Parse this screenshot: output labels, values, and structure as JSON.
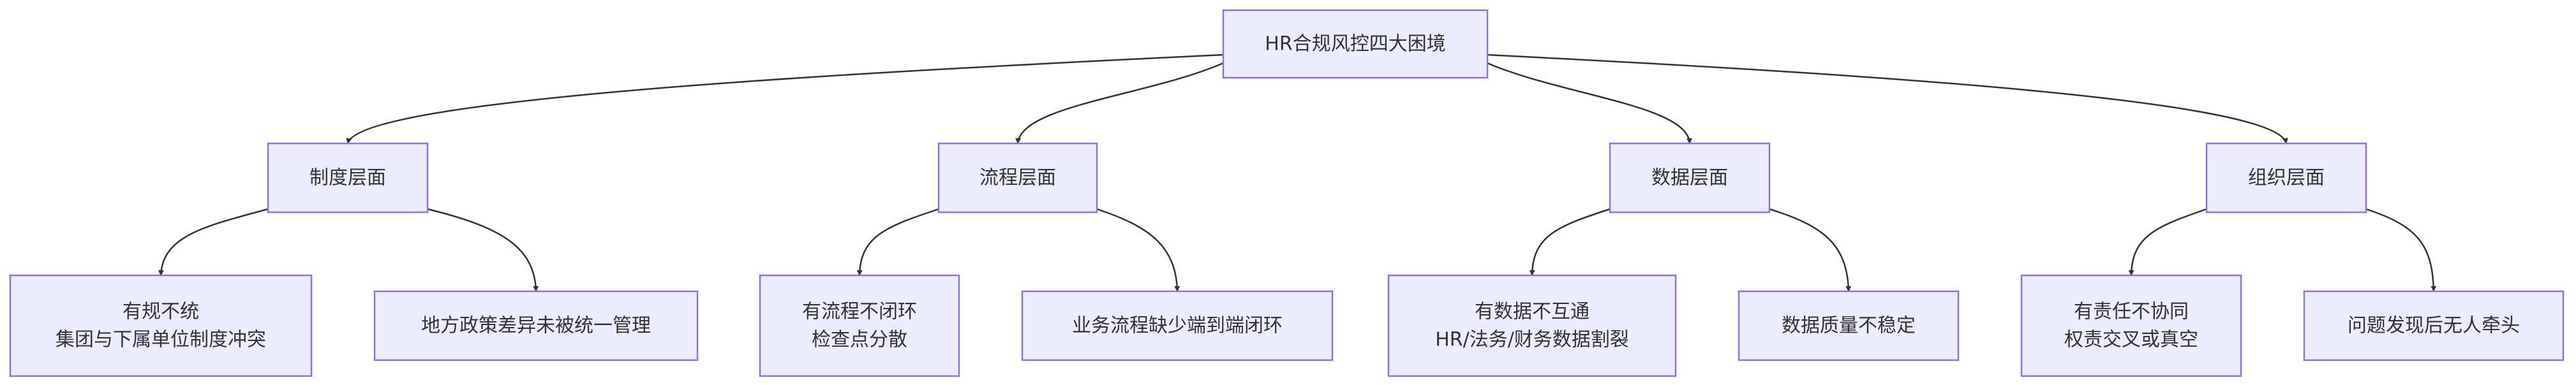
{
  "diagram": {
    "type": "flowchart-tree",
    "direction": "top-down",
    "colors": {
      "node_fill": "#ECECFF",
      "node_stroke": "#9370DB",
      "edge": "#333333",
      "text": "#333333",
      "background": "#FFFFFF"
    },
    "nodes": [
      {
        "id": "root",
        "lines": [
          "HR合规风控四大困境"
        ]
      },
      {
        "id": "policy",
        "lines": [
          "制度层面"
        ]
      },
      {
        "id": "process",
        "lines": [
          "流程层面"
        ]
      },
      {
        "id": "data",
        "lines": [
          "数据层面"
        ]
      },
      {
        "id": "org",
        "lines": [
          "组织层面"
        ]
      },
      {
        "id": "policy_1",
        "lines": [
          "有规不统",
          "集团与下属单位制度冲突"
        ]
      },
      {
        "id": "policy_2",
        "lines": [
          "地方政策差异未被统一管理"
        ]
      },
      {
        "id": "process_1",
        "lines": [
          "有流程不闭环",
          "检查点分散"
        ]
      },
      {
        "id": "process_2",
        "lines": [
          "业务流程缺少端到端闭环"
        ]
      },
      {
        "id": "data_1",
        "lines": [
          "有数据不互通",
          "HR/法务/财务数据割裂"
        ]
      },
      {
        "id": "data_2",
        "lines": [
          "数据质量不稳定"
        ]
      },
      {
        "id": "org_1",
        "lines": [
          "有责任不协同",
          "权责交叉或真空"
        ]
      },
      {
        "id": "org_2",
        "lines": [
          "问题发现后无人牵头"
        ]
      }
    ],
    "edges": [
      {
        "from": "root",
        "to": "policy"
      },
      {
        "from": "root",
        "to": "process"
      },
      {
        "from": "root",
        "to": "data"
      },
      {
        "from": "root",
        "to": "org"
      },
      {
        "from": "policy",
        "to": "policy_1"
      },
      {
        "from": "policy",
        "to": "policy_2"
      },
      {
        "from": "process",
        "to": "process_1"
      },
      {
        "from": "process",
        "to": "process_2"
      },
      {
        "from": "data",
        "to": "data_1"
      },
      {
        "from": "data",
        "to": "data_2"
      },
      {
        "from": "org",
        "to": "org_1"
      },
      {
        "from": "org",
        "to": "org_2"
      }
    ]
  }
}
